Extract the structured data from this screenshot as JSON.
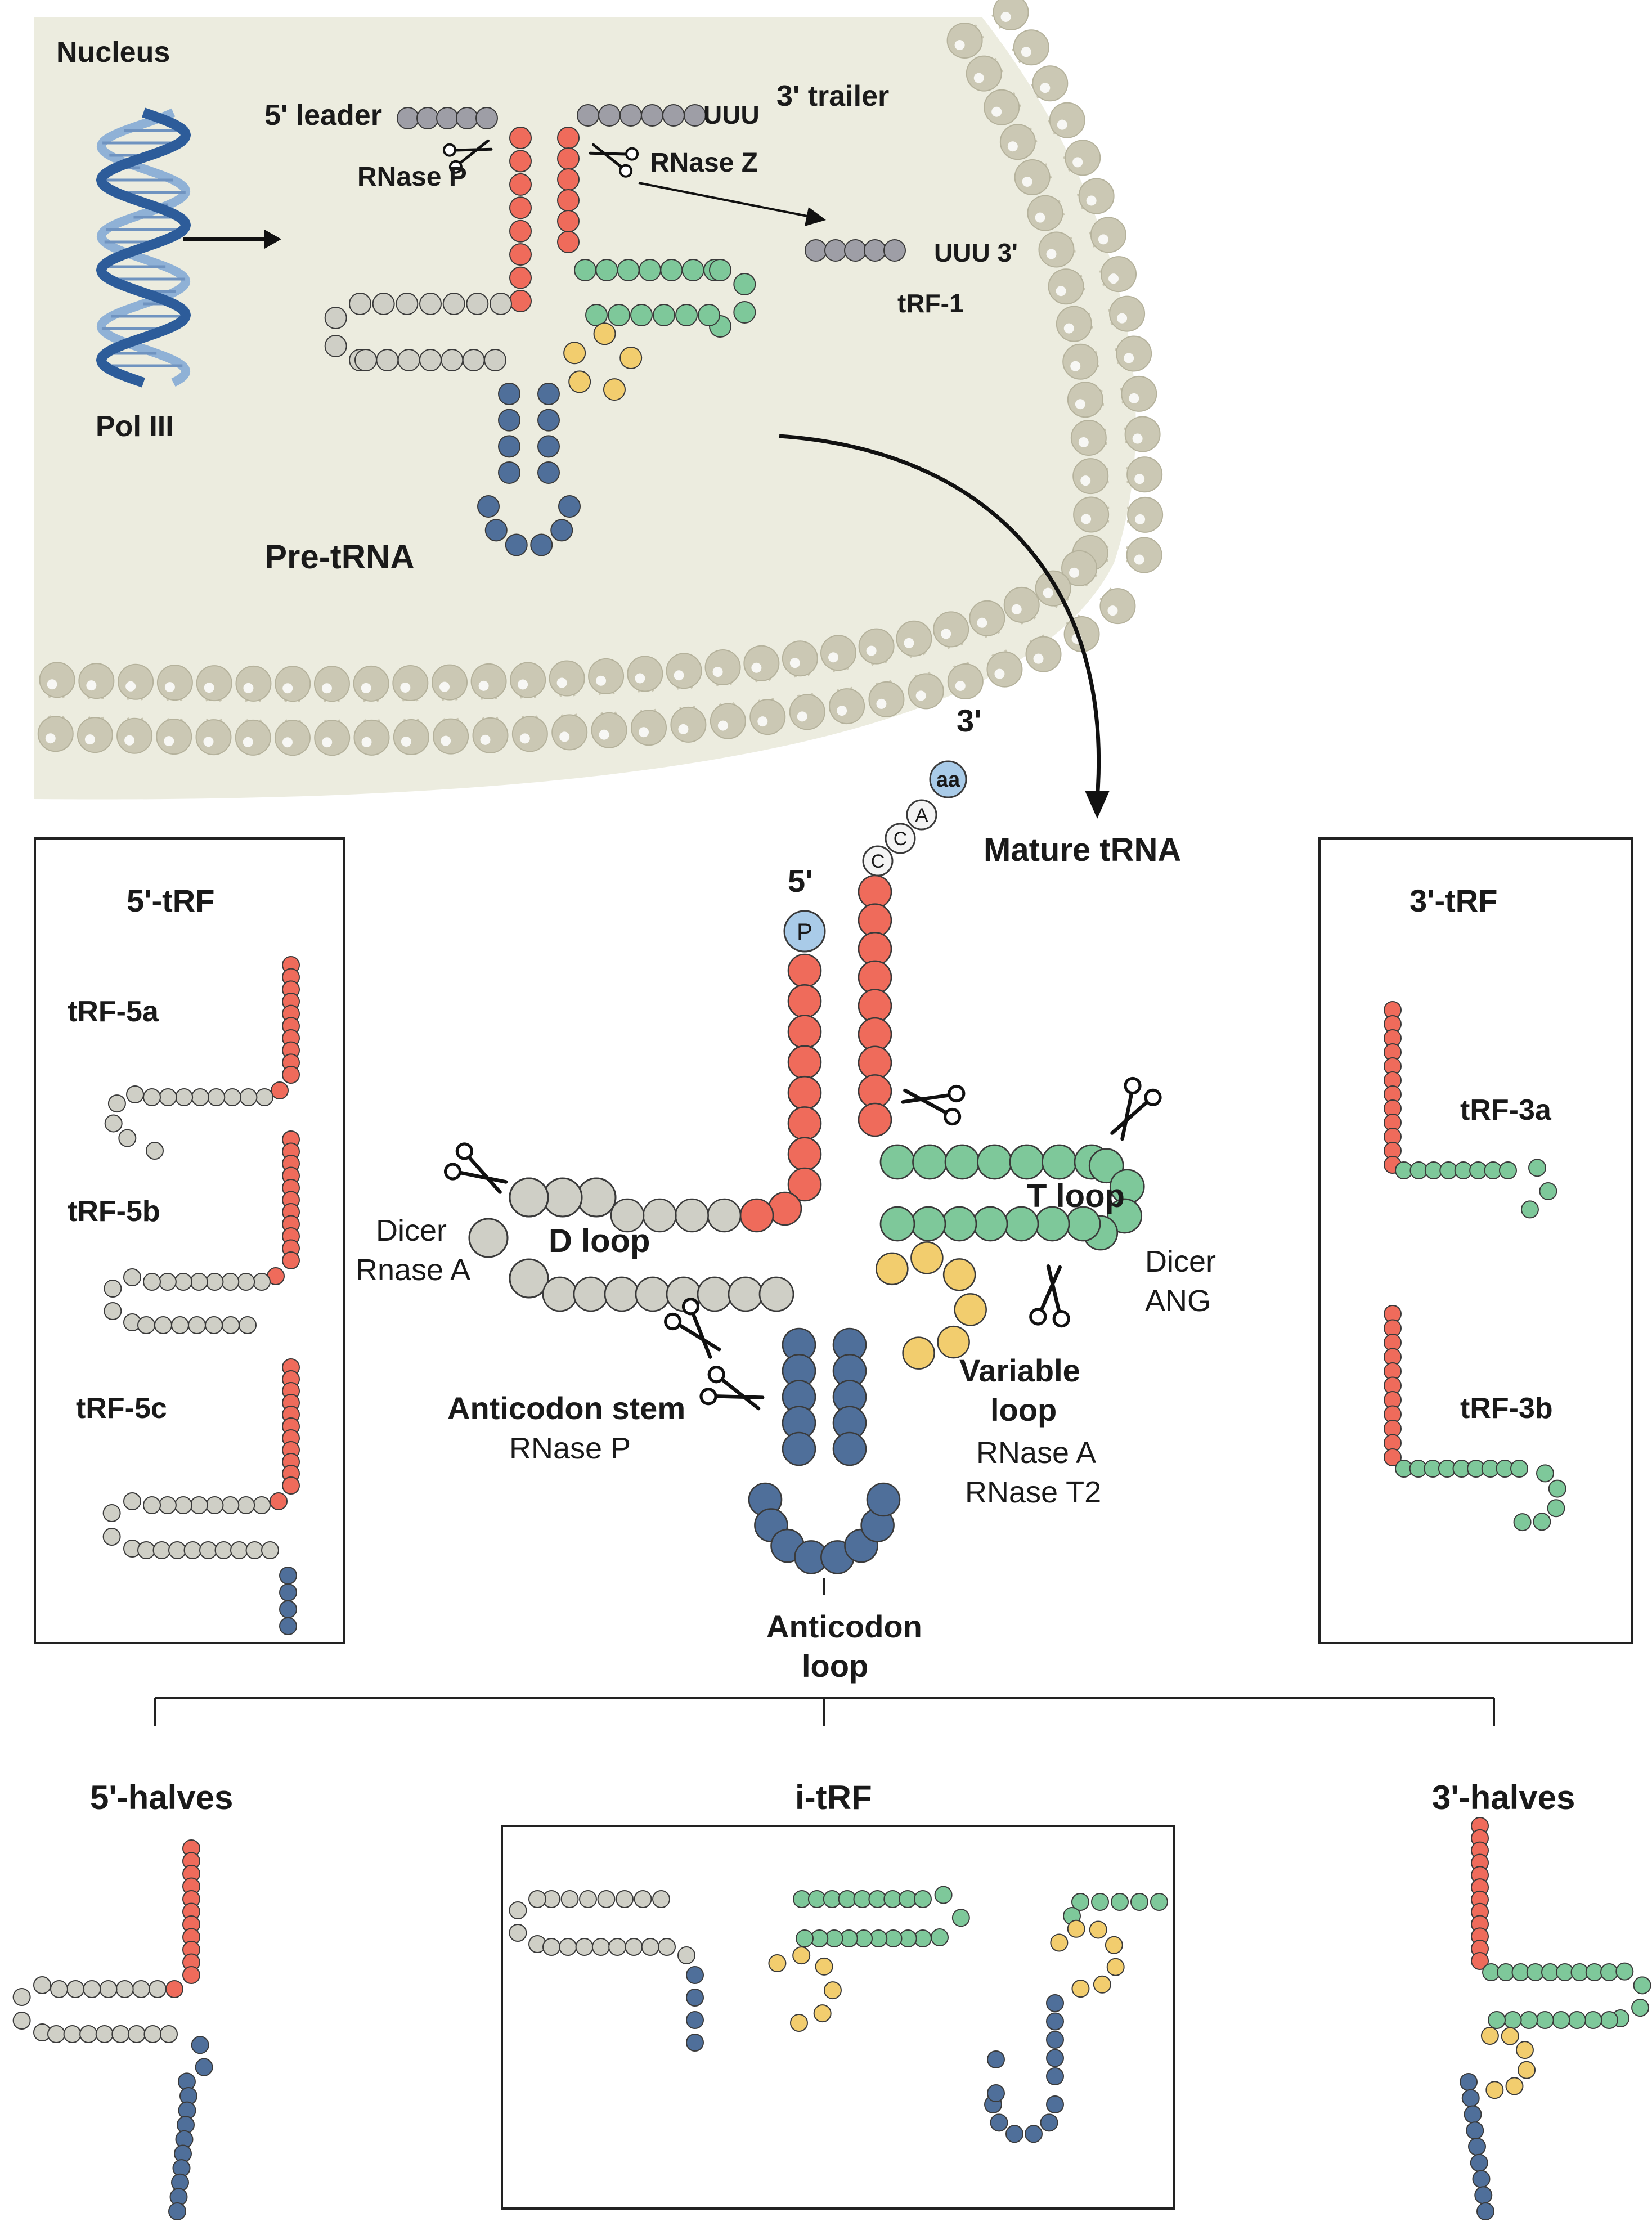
{
  "colors": {
    "red": "#ef6b5b",
    "green": "#7ec89a",
    "gray": "#cfcfc6",
    "darkgray": "#9e9ea6",
    "blue": "#4f6f9a",
    "yellow": "#f2cd6e",
    "lightblue": "#a9cbe8",
    "nucleus": "#ececdf",
    "lipid": "#cbc8b4",
    "dna": "#2d5c9a"
  },
  "labels": {
    "nucleus": "Nucleus",
    "pol3": "Pol III",
    "leader": "5' leader",
    "trailer": "3' trailer",
    "uuu": "UUU",
    "rnasep_top": "RNase P",
    "rnasez": "RNase Z",
    "trf1_seq": "UUU 3'",
    "trf1": "tRF-1",
    "pretrna": "Pre-tRNA",
    "mature": "Mature tRNA",
    "three_prime": "3'",
    "five_prime": "5'",
    "aa": "aa",
    "a": "A",
    "c1": "C",
    "c2": "C",
    "p": "P",
    "dicer_l": "Dicer",
    "rnasea_l": "Rnase A",
    "dloop": "D loop",
    "tloop": "T loop",
    "dicer_r": "Dicer",
    "ang": "ANG",
    "anti_stem": "Anticodon stem",
    "rnasep_mid": "RNase P",
    "var1": "Variable",
    "var2": "loop",
    "rnasea_r": "RNase A",
    "rnaset2": "RNase T2",
    "anti_loop1": "Anticodon",
    "anti_loop2": "loop",
    "box5_title": "5'-tRF",
    "trf5a": "tRF-5a",
    "trf5b": "tRF-5b",
    "trf5c": "tRF-5c",
    "box3_title": "3'-tRF",
    "trf3a": "tRF-3a",
    "trf3b": "tRF-3b",
    "halves5": "5'-halves",
    "itrf": "i-tRF",
    "halves3": "3'-halves"
  }
}
